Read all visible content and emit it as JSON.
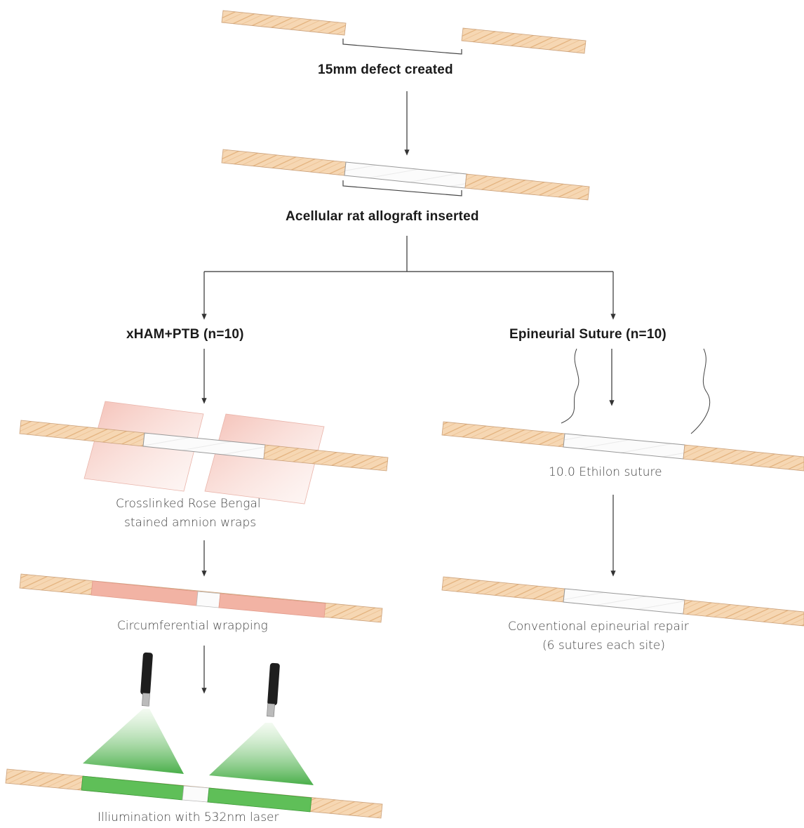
{
  "steps": {
    "defect": "15mm defect created",
    "allograft": "Acellular rat allograft inserted",
    "group_left": "xHAM+PTB (n=10)",
    "group_right": "Epineurial Suture (n=10)",
    "wraps_line1": "Crosslinked Rose Bengal",
    "wraps_line2": "stained amnion wraps",
    "circumferential": "Circumferential wrapping",
    "illumination": "Illiumination with 532nm laser",
    "suture": "10.0 Ethilon suture",
    "repair_line1": "Conventional epineurial repair",
    "repair_line2": "(6 sutures each site)"
  },
  "colors": {
    "nerve": "#f4d4ae",
    "nerve_stripe": "#d9a36c",
    "graft": "#fafafa",
    "amnion_wrap": "#f3b6aa",
    "laser_green": "#5fbf58",
    "arrow": "#333333"
  }
}
